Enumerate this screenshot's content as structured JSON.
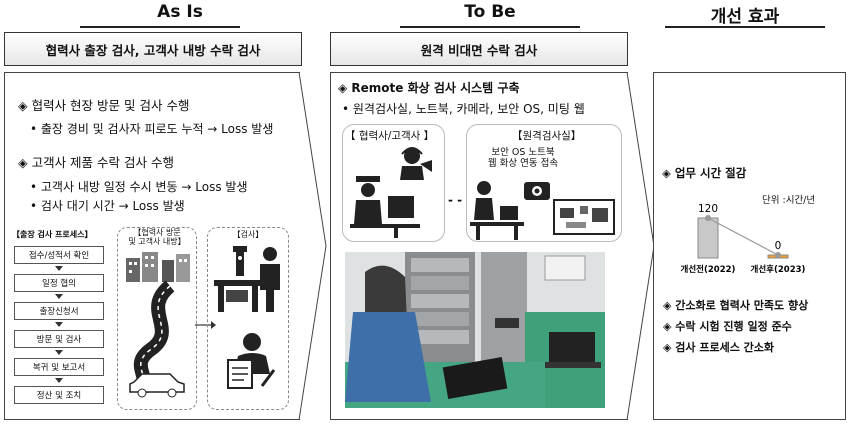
{
  "headers": {
    "as_is": "As Is",
    "to_be": "To Be",
    "effect": "개선 효과"
  },
  "banners": {
    "as_is": "협력사 출장 검사, 고객사 내방 수락 검사",
    "to_be": "원격 비대면 수락 검사"
  },
  "as_is": {
    "bullet1": "◈ 협력사 현장 방문 및 검사 수행",
    "sub1": "• 출장 경비 및 검사자 피로도 누적 → Loss 발생",
    "bullet2": "◈ 고객사 제품 수락 검사 수행",
    "sub2": "• 고객사 내방 일정 수시 변동 → Loss 발생",
    "sub3": "• 검사 대기 시간 → Loss 발생",
    "process_title": "【출장 검사 프로세스】",
    "process_steps": [
      "접수/성적서 확인",
      "일정 협의",
      "출장신청서",
      "방문 및 검사",
      "복귀 및 보고서",
      "정산 및 조치"
    ],
    "visit_caption": "【협력사 방문\n및 고객사 내방】",
    "inspect_caption": "【검사】"
  },
  "to_be": {
    "title": "◈ Remote 화상 검사 시스템 구축",
    "sub": "• 원격검사실, 노트북, 카메라, 보안 OS, 미팅 웹",
    "left_label": "【 협력사/고객사 】",
    "right_label": "【원격검사실】",
    "os_note": "보안 OS 노트북\n웹 화상 연동 접속",
    "connector": "- -"
  },
  "effect": {
    "title": "◈ 업무 시간 절감",
    "unit": "단위 :시간/년",
    "benefits": [
      "◈ 간소화로 협력사 만족도 향상",
      "◈ 수락 시험 진행 일정 준수",
      "◈ 검사 프로세스 간소화"
    ]
  },
  "chart_data": {
    "type": "line",
    "categories": [
      "개선전(2022)",
      "개선후(2023)"
    ],
    "values": [
      120,
      0
    ],
    "data_labels": [
      "120",
      "0"
    ],
    "ylabel": "단위 :시간/년"
  },
  "colors": {
    "before_bar": "#c8c8c8",
    "after_bar": "#f0a030",
    "line": "#999999"
  }
}
